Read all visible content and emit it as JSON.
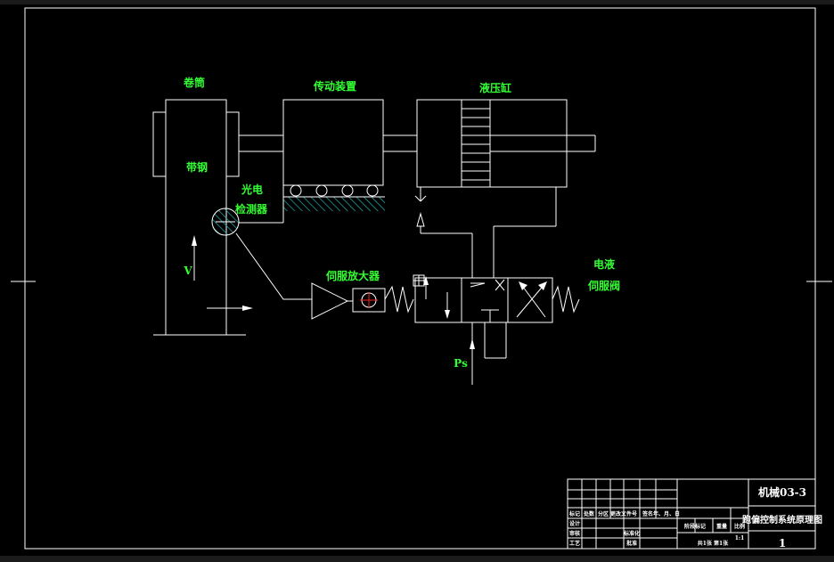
{
  "labels": {
    "reel": "卷筒",
    "transmission": "传动装置",
    "cylinder": "液压缸",
    "strip": "带钢",
    "photo_line1": "光电",
    "photo_line2": "检测器",
    "servo_amp": "伺服放大器",
    "valve_line1": "电液",
    "valve_line2": "伺服阀",
    "pressure": "Ps",
    "velocity": "V"
  },
  "title_block": {
    "drawing_no": "机械03-3",
    "drawing_title": "跑偏控制系统原理图",
    "sheet_no": "1",
    "row_labels": [
      "标记",
      "设计",
      "审核",
      "工艺"
    ],
    "col_labels": [
      "处数",
      "分区",
      "更改文件号",
      "签名",
      "年、月、日"
    ],
    "stage_labels": [
      "阶段标记",
      "重量",
      "比例"
    ],
    "scale": "1:1",
    "sheet_info": "共1张  第1张",
    "std_label": "标准化",
    "approve_label": "批准"
  }
}
